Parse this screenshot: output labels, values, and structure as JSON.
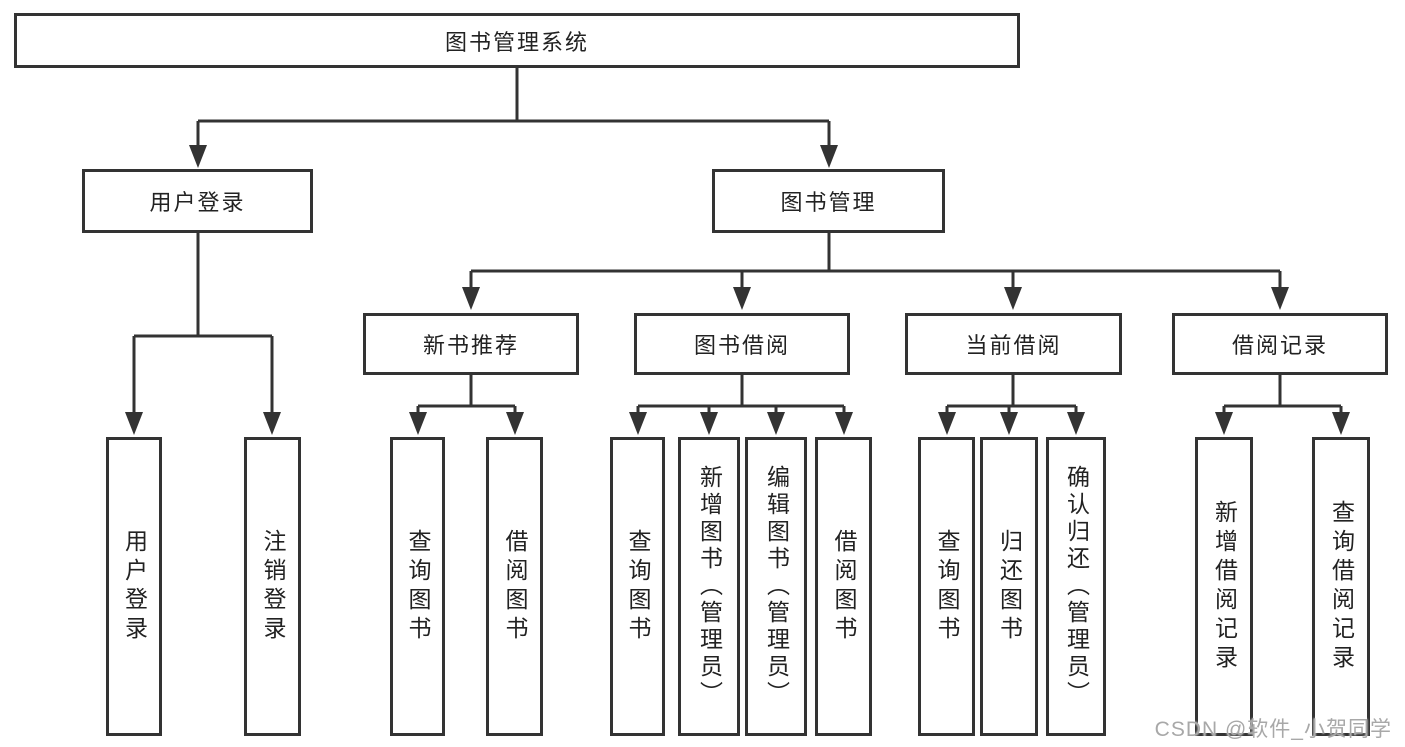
{
  "diagram": {
    "title": "图书管理系统",
    "level2": {
      "user_login": "用户登录",
      "book_mgmt": "图书管理"
    },
    "level3": {
      "new_books": "新书推荐",
      "borrowing": "图书借阅",
      "current": "当前借阅",
      "records": "借阅记录"
    },
    "leaves": {
      "user_login": [
        "用户登录",
        "注销登录"
      ],
      "new_books": [
        "查询图书",
        "借阅图书"
      ],
      "borrowing": [
        "查询图书",
        "新增图书（管理员）",
        "编辑图书（管理员）",
        "借阅图书"
      ],
      "current": [
        "查询图书",
        "归还图书",
        "确认归还（管理员）"
      ],
      "records": [
        "新增借阅记录",
        "查询借阅记录"
      ]
    }
  },
  "watermark": "CSDN @软件_小贺同学",
  "colors": {
    "line": "#333333",
    "box_border": "#333333",
    "text": "#222222",
    "watermark": "#a8a8a8",
    "background": "#ffffff"
  }
}
